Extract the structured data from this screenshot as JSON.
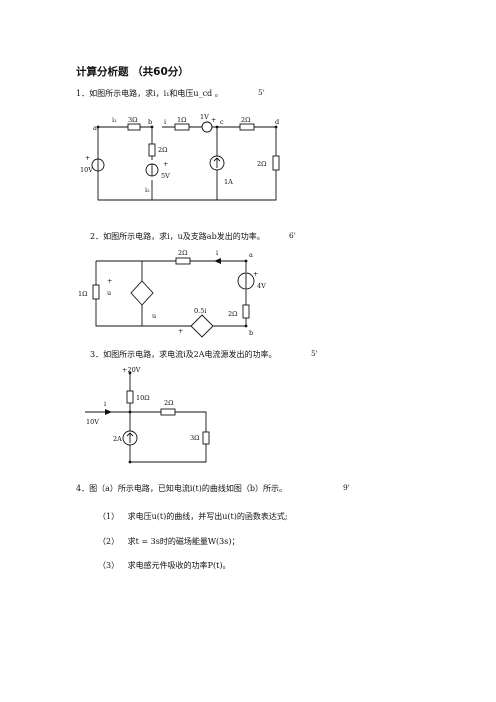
{
  "section_title": "计算分析题 （共60分）",
  "questions": [
    {
      "text": "1．如图所示电路，求i，i₁和电压u_cd 。",
      "points": "5'"
    },
    {
      "text": "2．如图所示电路，求i，u及支路ab发出的功率。",
      "points": "6'"
    },
    {
      "text": "3．如图所示电路，求电流i及2A电流源发出的功率。",
      "points": "5'"
    },
    {
      "text": "4．图（a）所示电路，已知电流i(t)的曲线如图（b）所示。",
      "points": "9'"
    }
  ],
  "q4_subitems": [
    {
      "num": "（1）",
      "text": "求电压u(t)的曲线，并写出u(t)的函数表达式;"
    },
    {
      "num": "（2）",
      "text": "求t = 3s时的磁场能量W(3s)；"
    },
    {
      "num": "（3）",
      "text": "求电感元件吸收的功率P(t)。"
    }
  ],
  "circuit1": {
    "nodes": [
      "a",
      "b",
      "c",
      "d"
    ],
    "labels": {
      "i1": "i₁",
      "i": "i",
      "i2": "i₂",
      "r_ab": "3Ω",
      "r_bc": "1Ω",
      "r_vert": "2Ω",
      "r_top": "2Ω",
      "r_right": "2Ω",
      "v_src": "10V",
      "v_5": "5V",
      "v_1": "1V",
      "i_src": "1A"
    }
  },
  "circuit2": {
    "nodes": [
      "a",
      "b"
    ],
    "labels": {
      "r_top": "2Ω",
      "i": "i",
      "v_src": "4V",
      "r_left": "1Ω",
      "u": "u",
      "u2": "u",
      "ctrl": "0.5i",
      "r_ab": "2Ω"
    }
  },
  "circuit3": {
    "labels": {
      "v_top": "+20V",
      "r1": "10Ω",
      "r2": "2Ω",
      "i": "i",
      "v_left": "10V",
      "i_src": "2A",
      "r3": "3Ω"
    }
  }
}
